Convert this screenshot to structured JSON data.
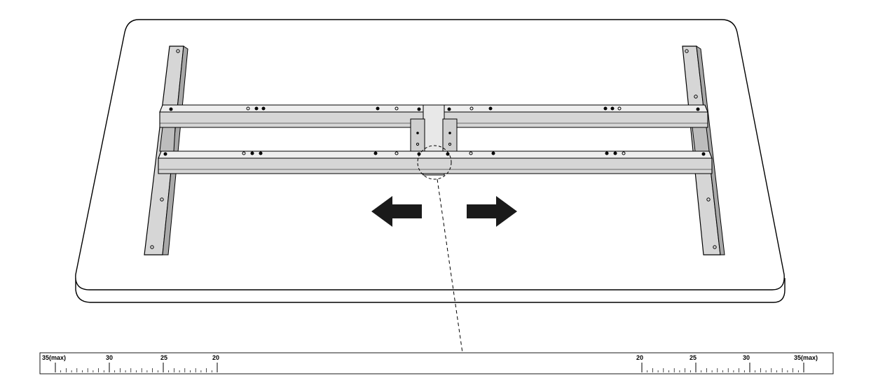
{
  "colors": {
    "line": "#000000",
    "frame_fill": "#d6d6d6",
    "frame_light": "#eeeeee",
    "tabletop_fill": "#ffffff",
    "arrow_fill": "#1a1a1a"
  },
  "ruler": {
    "left_labels": [
      "35(max)",
      "30",
      "25",
      "20"
    ],
    "right_labels": [
      "20",
      "25",
      "30",
      "35(max)"
    ]
  },
  "arrows": {
    "left": "arrow-left-icon",
    "right": "arrow-right-icon"
  }
}
